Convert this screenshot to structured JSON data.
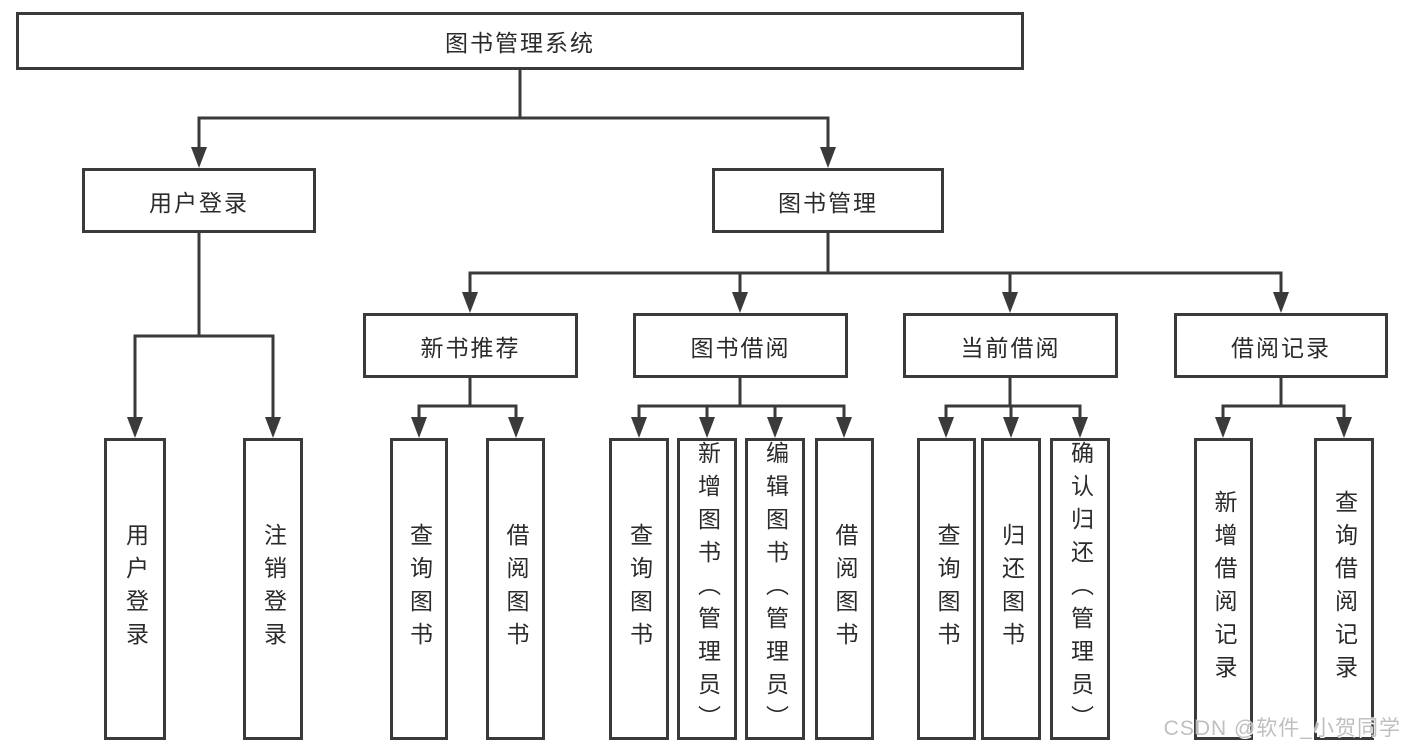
{
  "diagram": {
    "root": {
      "label": "图书管理系统"
    },
    "user_login": {
      "label": "用户登录",
      "children": [
        {
          "label": "用户登录"
        },
        {
          "label": "注销登录"
        }
      ]
    },
    "book_management": {
      "label": "图书管理",
      "sections": [
        {
          "label": "新书推荐",
          "children": [
            {
              "label": "查询图书"
            },
            {
              "label": "借阅图书"
            }
          ]
        },
        {
          "label": "图书借阅",
          "children": [
            {
              "label": "查询图书"
            },
            {
              "label": "新增图书（管理员）"
            },
            {
              "label": "编辑图书（管理员）"
            },
            {
              "label": "借阅图书"
            }
          ]
        },
        {
          "label": "当前借阅",
          "children": [
            {
              "label": "查询图书"
            },
            {
              "label": "归还图书"
            },
            {
              "label": "确认归还（管理员）"
            }
          ]
        },
        {
          "label": "借阅记录",
          "children": [
            {
              "label": "新增借阅记录"
            },
            {
              "label": "查询借阅记录"
            }
          ]
        }
      ]
    }
  },
  "watermark": "CSDN @软件_小贺同学",
  "colors": {
    "line": "#3a3a3a",
    "text": "#2b2b2b",
    "watermark": "#bfbfbf",
    "background": "#ffffff"
  }
}
